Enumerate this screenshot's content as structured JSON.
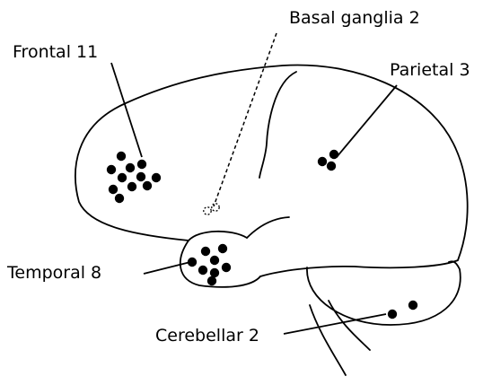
{
  "labels": {
    "frontal": "Frontal 11",
    "basal": "Basal ganglia 2",
    "parietal": "Parietal 3",
    "temporal": "Temporal 8",
    "cerebellar": "Cerebellar 2"
  },
  "counts": {
    "frontal": 11,
    "basal": 2,
    "parietal": 3,
    "temporal": 8,
    "cerebellar": 2
  },
  "colors": {
    "ink": "#000000",
    "background": "#ffffff"
  }
}
